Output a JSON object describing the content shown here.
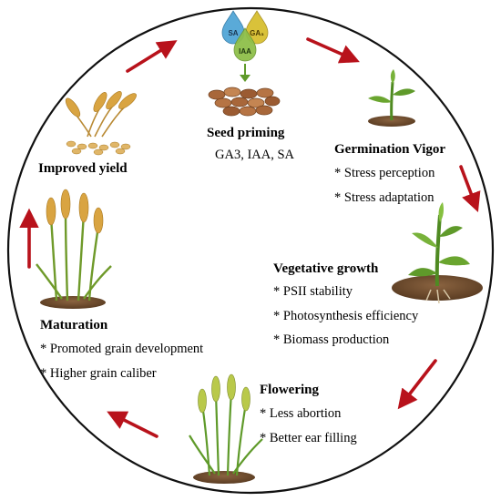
{
  "colors": {
    "ring": "#111111",
    "arrow": "#b8121b",
    "soil": "#6b4a2e",
    "leaf": "#5f9a2a",
    "grain": "#d9a441",
    "seed": "#a8673a",
    "drop_blue": "#5aaad8",
    "drop_yellow": "#d9c23a",
    "drop_green": "#8fbf4a"
  },
  "hormones": [
    "SA",
    "GA₃",
    "IAA"
  ],
  "seed_priming": {
    "title": "Seed priming",
    "subtitle": "GA3, IAA, SA"
  },
  "germination": {
    "title": "Germination Vigor",
    "items": [
      "* Stress perception",
      "* Stress adaptation"
    ]
  },
  "vegetative": {
    "title": "Vegetative growth",
    "items": [
      "* PSII stability",
      "* Photosynthesis efficiency",
      "* Biomass production"
    ]
  },
  "flowering": {
    "title": "Flowering",
    "items": [
      "* Less abortion",
      "* Better ear filling"
    ]
  },
  "maturation": {
    "title": "Maturation",
    "items": [
      "* Promoted grain development",
      "* Higher grain caliber"
    ]
  },
  "improved_yield": {
    "title": "Improved yield"
  },
  "icons": {
    "hormone_drops": "hormone-drops-icon",
    "seeds": "seeds-icon",
    "seedling": "seedling-icon",
    "young_plant": "young-plant-icon",
    "flowering_wheat": "flowering-wheat-icon",
    "mature_wheat": "mature-wheat-icon",
    "harvest": "wheat-bundle-icon"
  }
}
